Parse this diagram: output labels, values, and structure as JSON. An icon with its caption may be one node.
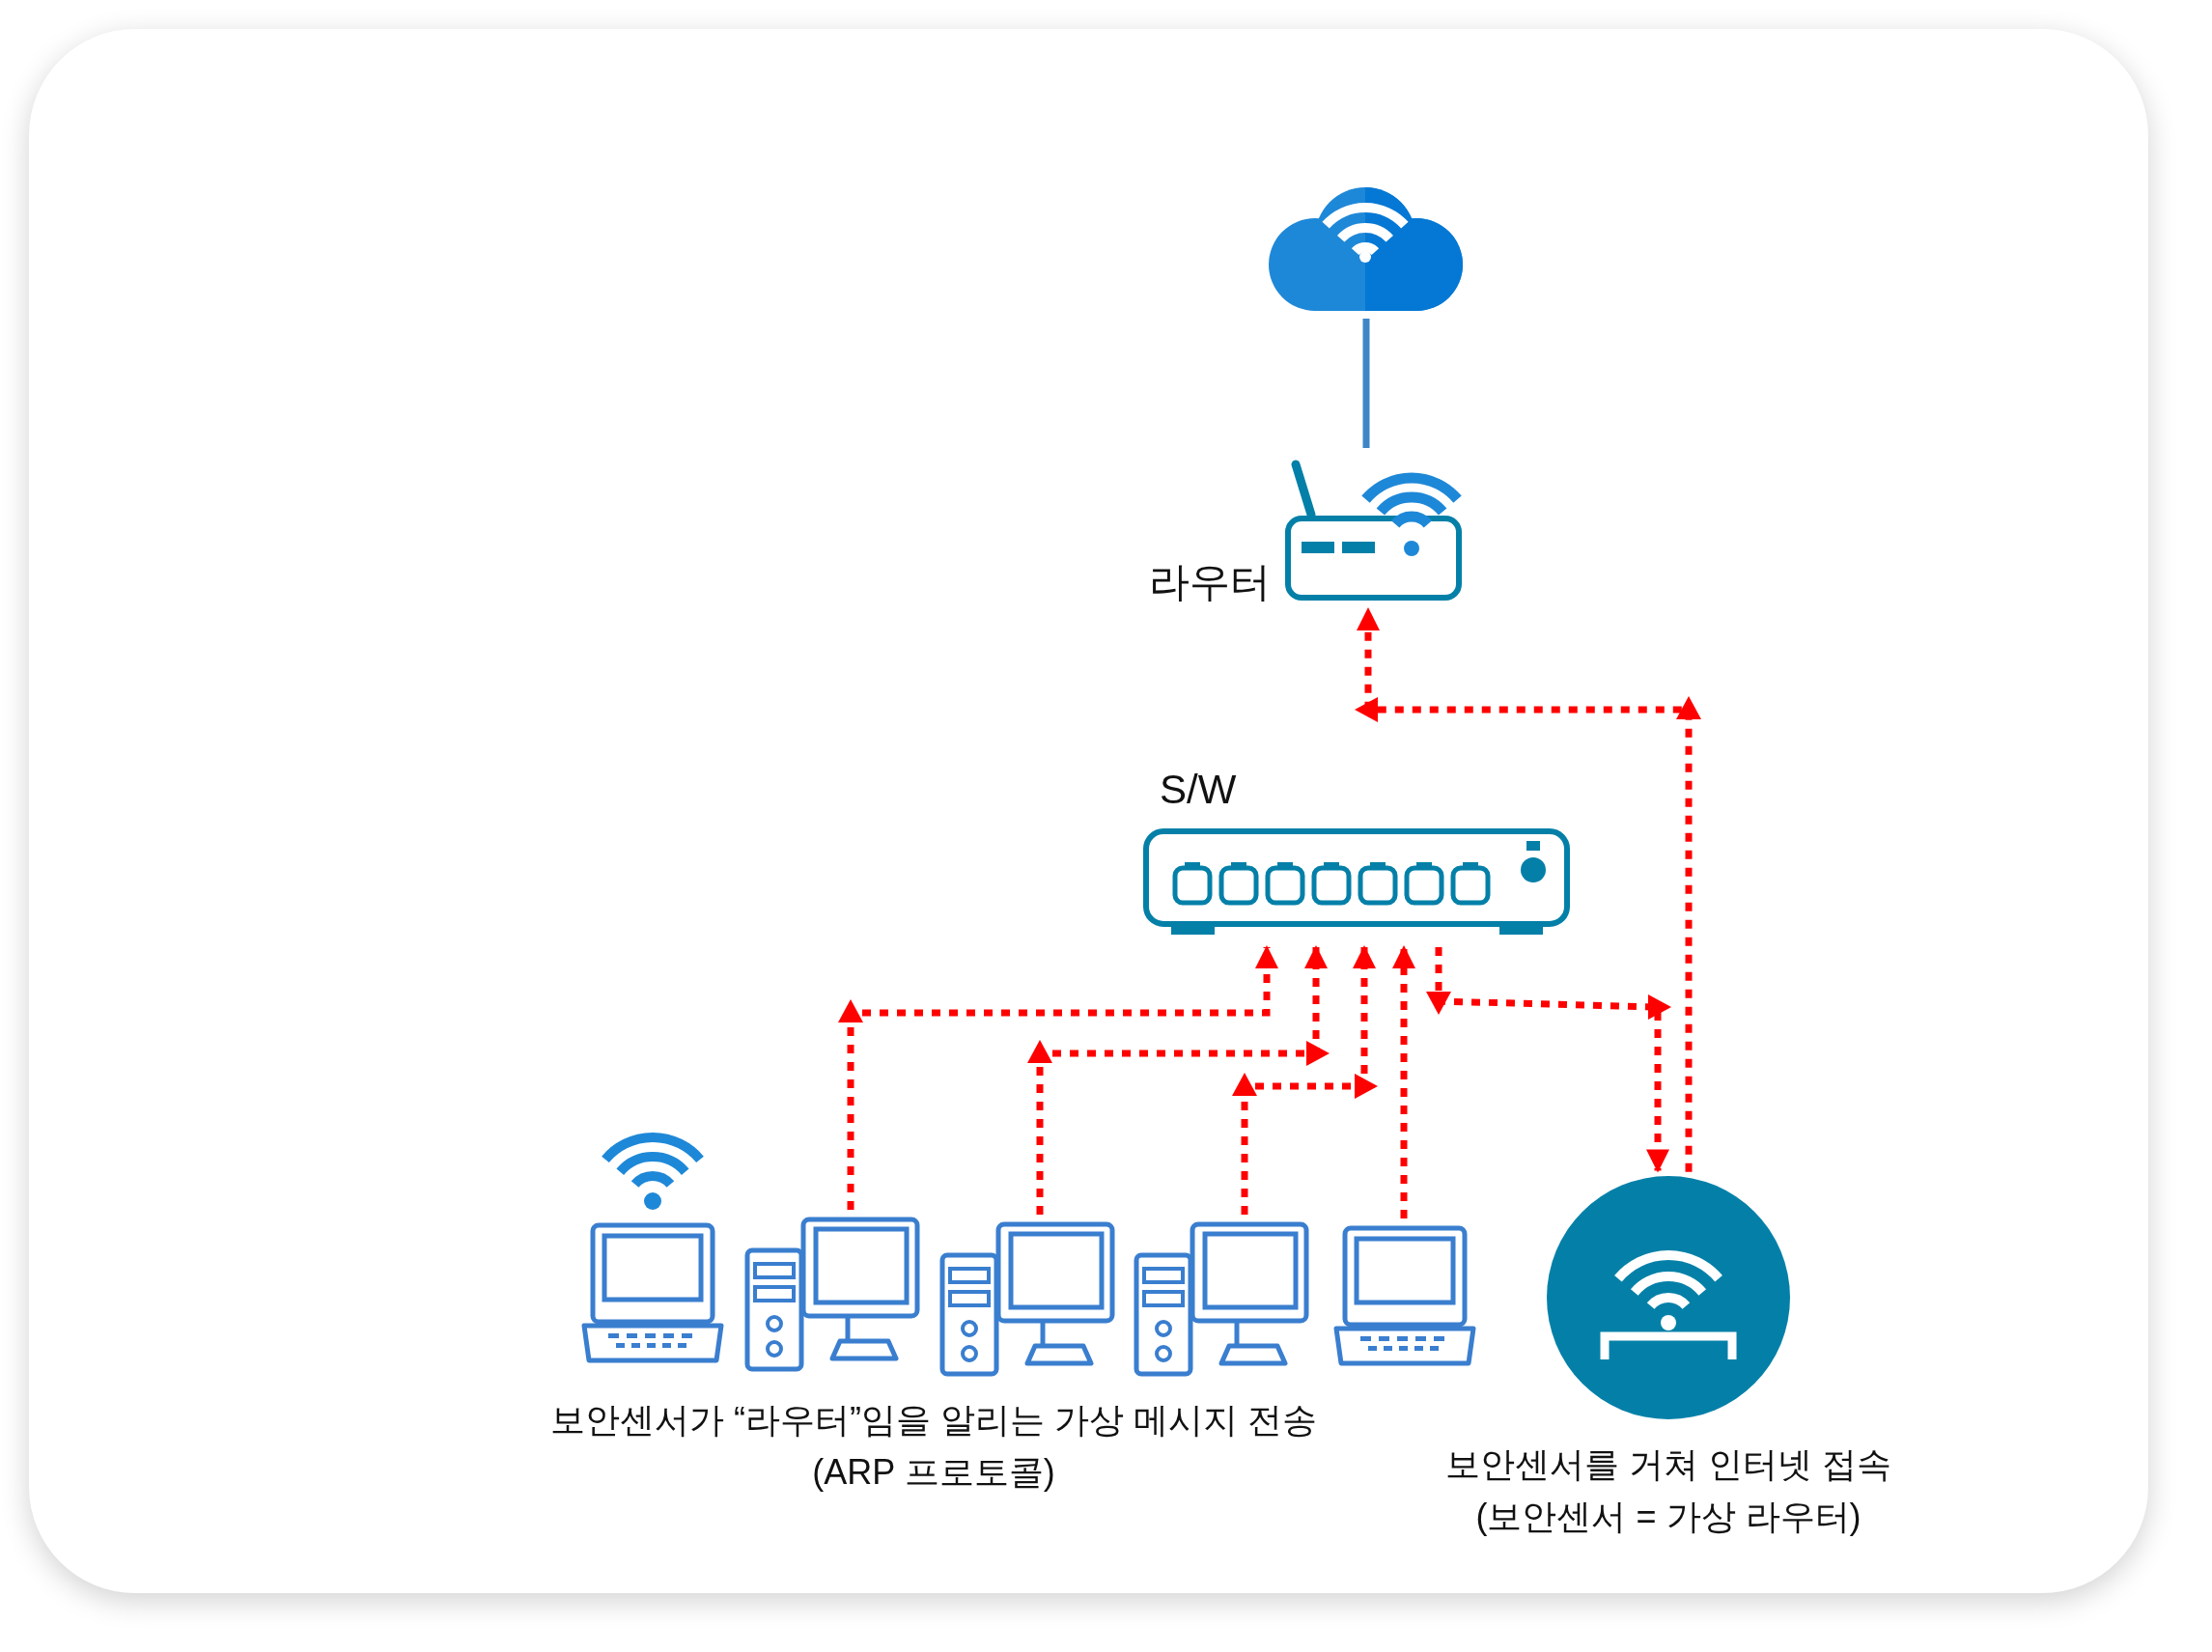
{
  "diagram": {
    "nodes": [
      {
        "text": [],
        "shape": "cloud"
      },
      {
        "text": [
          "라우터"
        ]
      },
      {
        "text": [
          "S/W"
        ]
      },
      {
        "text": [],
        "shape": "laptop"
      },
      {
        "text": [],
        "shape": "computer"
      },
      {
        "text": [],
        "shape": "computer"
      },
      {
        "text": [],
        "shape": "computer"
      },
      {
        "text": [],
        "shape": "laptop"
      },
      {
        "text": [],
        "shape": "circle",
        "beside": [
          "보안센서를 거쳐 인터넷 접속 (보안센서 = 가상 라우터)"
        ]
      }
    ],
    "edges": [
      {
        "from": 0,
        "to": 1,
        "arrow": "none",
        "color": "#3f86c8"
      },
      {
        "from": 4,
        "to": 2,
        "arrow": "to",
        "style": "dashed"
      },
      {
        "from": 5,
        "to": 2,
        "arrow": "to",
        "style": "dashed"
      },
      {
        "from": 6,
        "to": 2,
        "arrow": "to",
        "style": "dashed"
      },
      {
        "from": 7,
        "to": 2,
        "arrow": "to",
        "style": "dashed"
      },
      {
        "from": 2,
        "to": 8,
        "arrow": "to",
        "style": "dashed"
      },
      {
        "from": 8,
        "to": 1,
        "arrow": "to",
        "style": "dashed"
      }
    ],
    "labels": [
      "보안센서가 “라우터”임을 알리는 가상 메시지 전송 (ARP 프로토콜)"
    ]
  }
}
